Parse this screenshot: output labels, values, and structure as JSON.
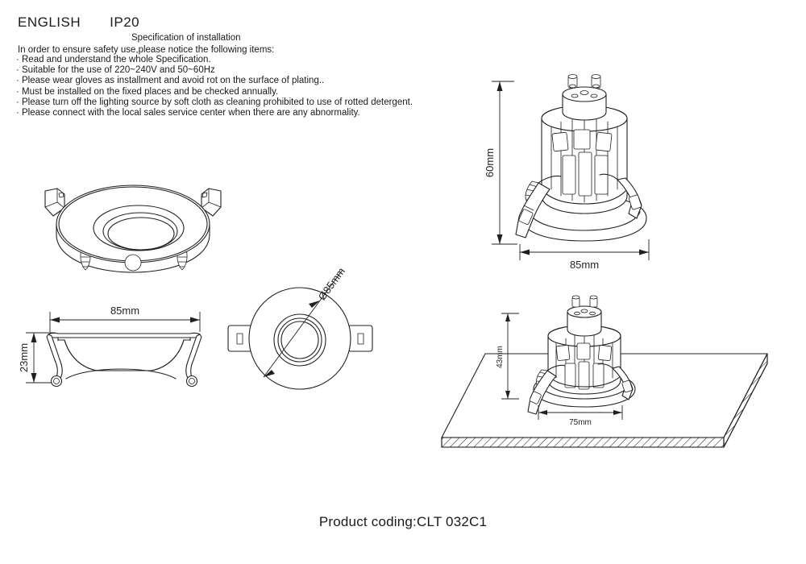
{
  "document": {
    "language": "ENGLISH",
    "ip_rating": "IP20",
    "spec_title": "Specification of installation",
    "intro": "In order to ensure safety use,please notice the following items:",
    "bullets": [
      "Read and understand the whole Specification.",
      "Suitable for the use of 220~240V and 50~60Hz",
      "Please wear gloves as installment and avoid rot on the surface of plating..",
      "Must be installed on the fixed places and be checked annually.",
      "Please turn off the lighting source by soft cloth as cleaning prohibited to use of rotted detergent.",
      "Please connect with the local sales service center when there are any abnormality."
    ],
    "product_coding": "Product coding:CLT 032C1"
  },
  "views": {
    "isometric_bezel": {
      "name": "Isometric view of trim bezel"
    },
    "side_section": {
      "name": "Side section view",
      "width_label": "85mm",
      "height_label": "23mm"
    },
    "plan_view": {
      "name": "Plan view",
      "diameter_label": "Ø85mm"
    },
    "assembly_elevation": {
      "name": "Assembly elevation with lamp",
      "height_label": "60mm",
      "width_label": "85mm"
    },
    "installation_view": {
      "name": "Ceiling installation view",
      "depth_label": "43mm",
      "cutout_label": "75mm"
    }
  },
  "colors": {
    "line": "#231f20",
    "background": "#ffffff",
    "text": "#1a1a1a"
  }
}
